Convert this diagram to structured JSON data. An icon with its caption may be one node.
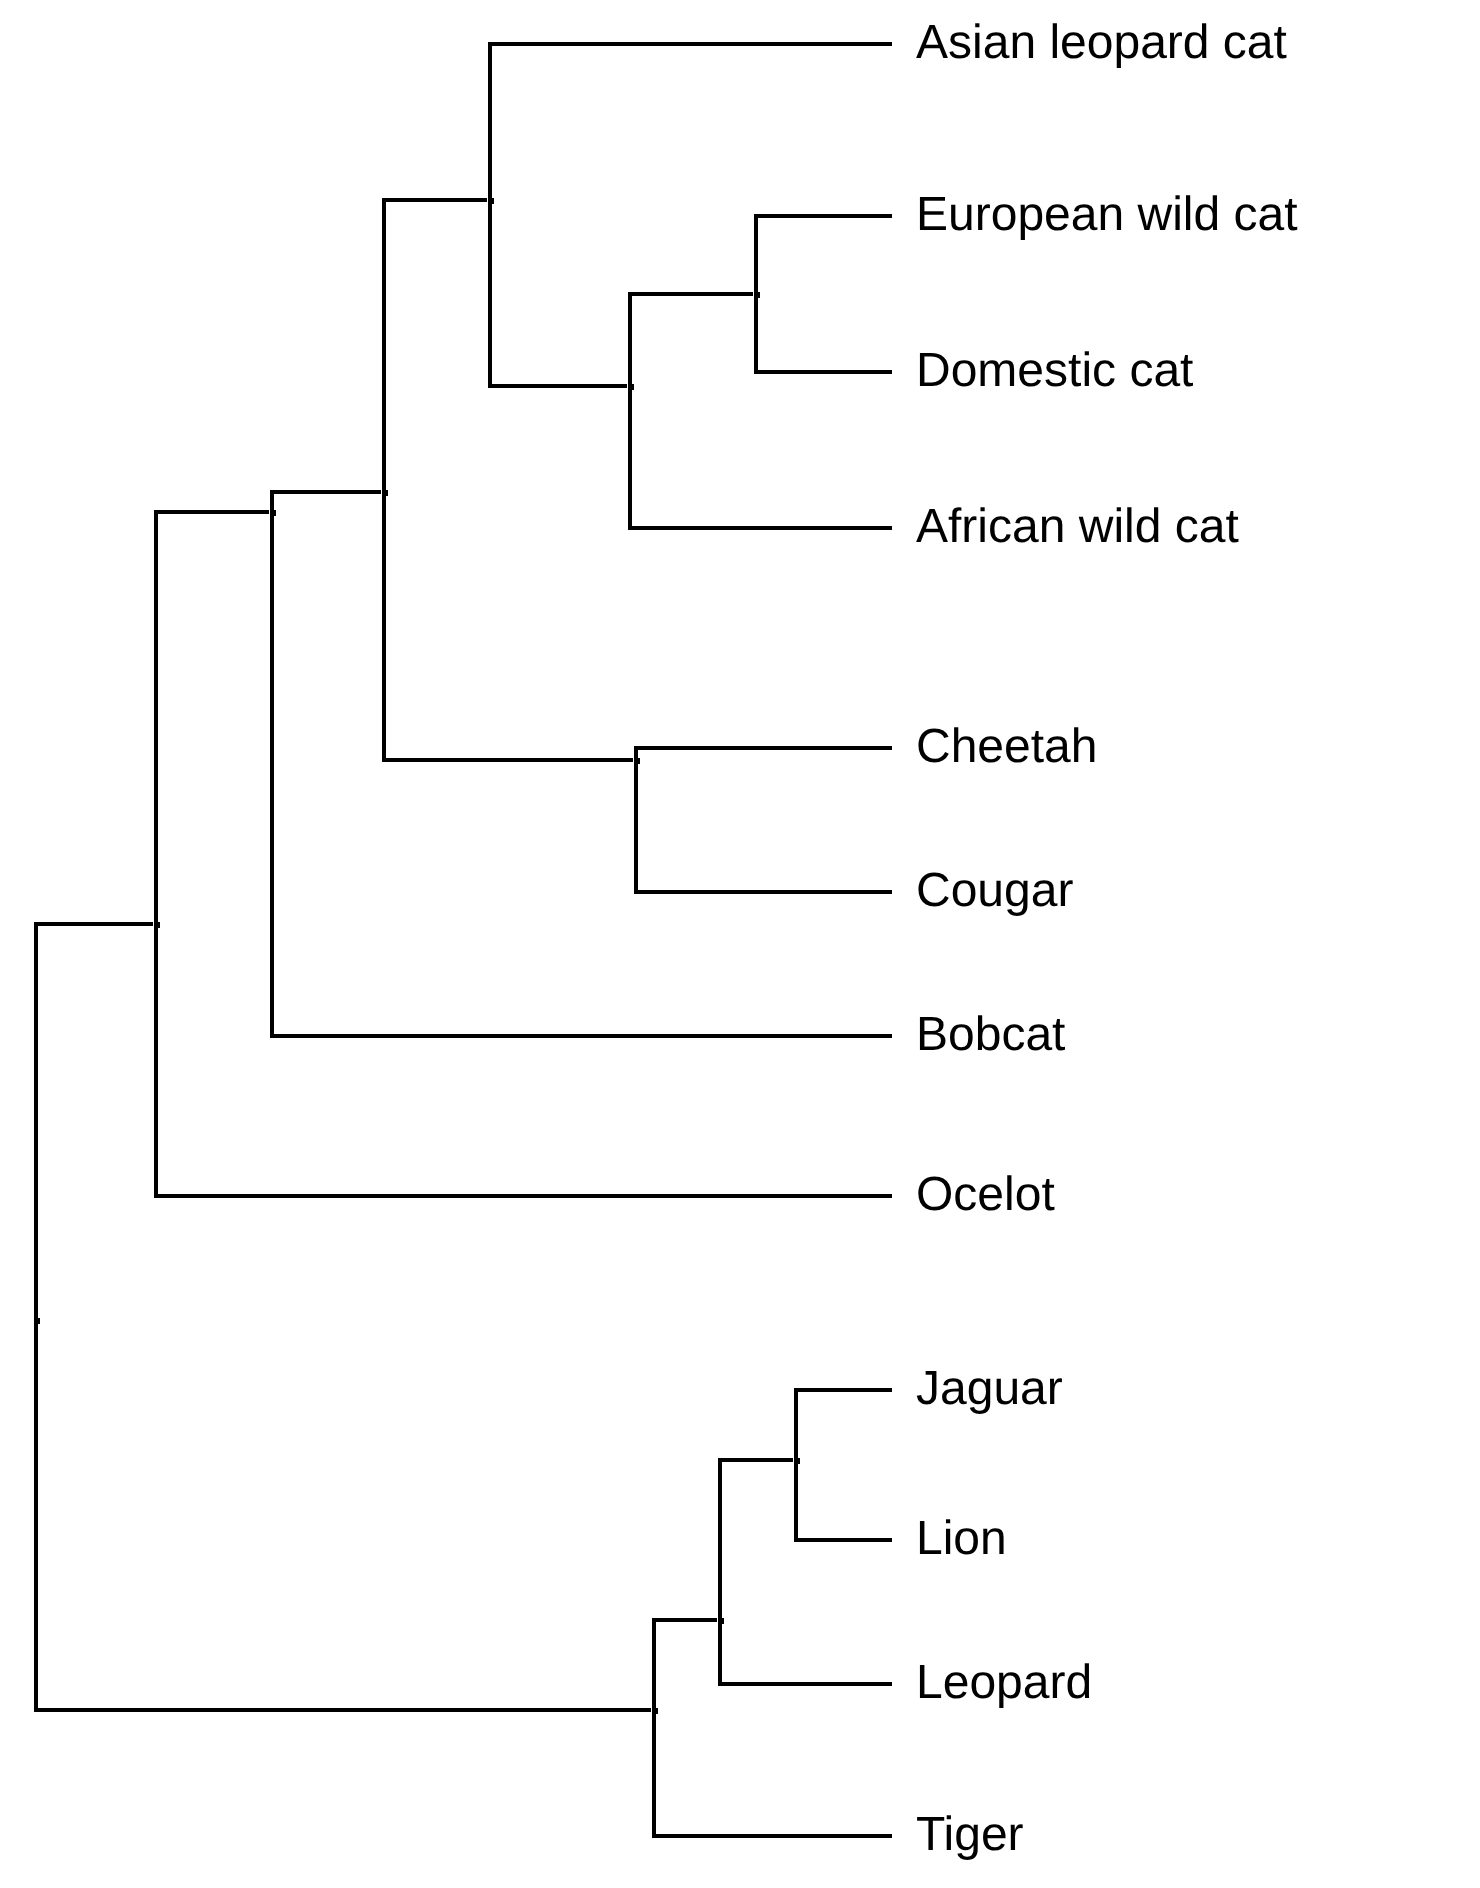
{
  "diagram": {
    "nodes": [
      {
        "text": [],
        "shape": "point"
      },
      {
        "text": [],
        "shape": "point"
      },
      {
        "text": [],
        "shape": "point"
      },
      {
        "text": [],
        "shape": "point"
      },
      {
        "text": [],
        "shape": "point"
      },
      {
        "text": [
          "Asian leopard cat"
        ]
      },
      {
        "text": [],
        "shape": "point"
      },
      {
        "text": [],
        "shape": "point"
      },
      {
        "text": [
          "European wild cat"
        ]
      },
      {
        "text": [
          "Domestic cat"
        ]
      },
      {
        "text": [
          "African wild cat"
        ]
      },
      {
        "text": [],
        "shape": "point"
      },
      {
        "text": [
          "Cheetah"
        ]
      },
      {
        "text": [
          "Cougar"
        ]
      },
      {
        "text": [
          "Bobcat"
        ]
      },
      {
        "text": [
          "Ocelot"
        ]
      },
      {
        "text": [],
        "shape": "point"
      },
      {
        "text": [],
        "shape": "point"
      },
      {
        "text": [],
        "shape": "point"
      },
      {
        "text": [
          "Jaguar"
        ]
      },
      {
        "text": [
          "Lion"
        ]
      },
      {
        "text": [
          "Leopard"
        ]
      },
      {
        "text": [
          "Tiger"
        ]
      }
    ],
    "edges": [
      {
        "from": 0,
        "to": 1,
        "arrow": "none"
      },
      {
        "from": 1,
        "to": 2,
        "arrow": "none"
      },
      {
        "from": 2,
        "to": 3,
        "arrow": "none"
      },
      {
        "from": 3,
        "to": 4,
        "arrow": "none"
      },
      {
        "from": 4,
        "to": 5,
        "arrow": "none"
      },
      {
        "from": 4,
        "to": 6,
        "arrow": "none"
      },
      {
        "from": 6,
        "to": 7,
        "arrow": "none"
      },
      {
        "from": 7,
        "to": 8,
        "arrow": "none"
      },
      {
        "from": 7,
        "to": 9,
        "arrow": "none"
      },
      {
        "from": 6,
        "to": 10,
        "arrow": "none"
      },
      {
        "from": 3,
        "to": 11,
        "arrow": "none"
      },
      {
        "from": 11,
        "to": 12,
        "arrow": "none"
      },
      {
        "from": 11,
        "to": 13,
        "arrow": "none"
      },
      {
        "from": 2,
        "to": 14,
        "arrow": "none"
      },
      {
        "from": 1,
        "to": 15,
        "arrow": "none"
      },
      {
        "from": 0,
        "to": 16,
        "arrow": "none"
      },
      {
        "from": 16,
        "to": 17,
        "arrow": "none"
      },
      {
        "from": 17,
        "to": 18,
        "arrow": "none"
      },
      {
        "from": 18,
        "to": 19,
        "arrow": "none"
      },
      {
        "from": 18,
        "to": 20,
        "arrow": "none"
      },
      {
        "from": 17,
        "to": 21,
        "arrow": "none"
      },
      {
        "from": 16,
        "to": 22,
        "arrow": "none"
      }
    ]
  }
}
